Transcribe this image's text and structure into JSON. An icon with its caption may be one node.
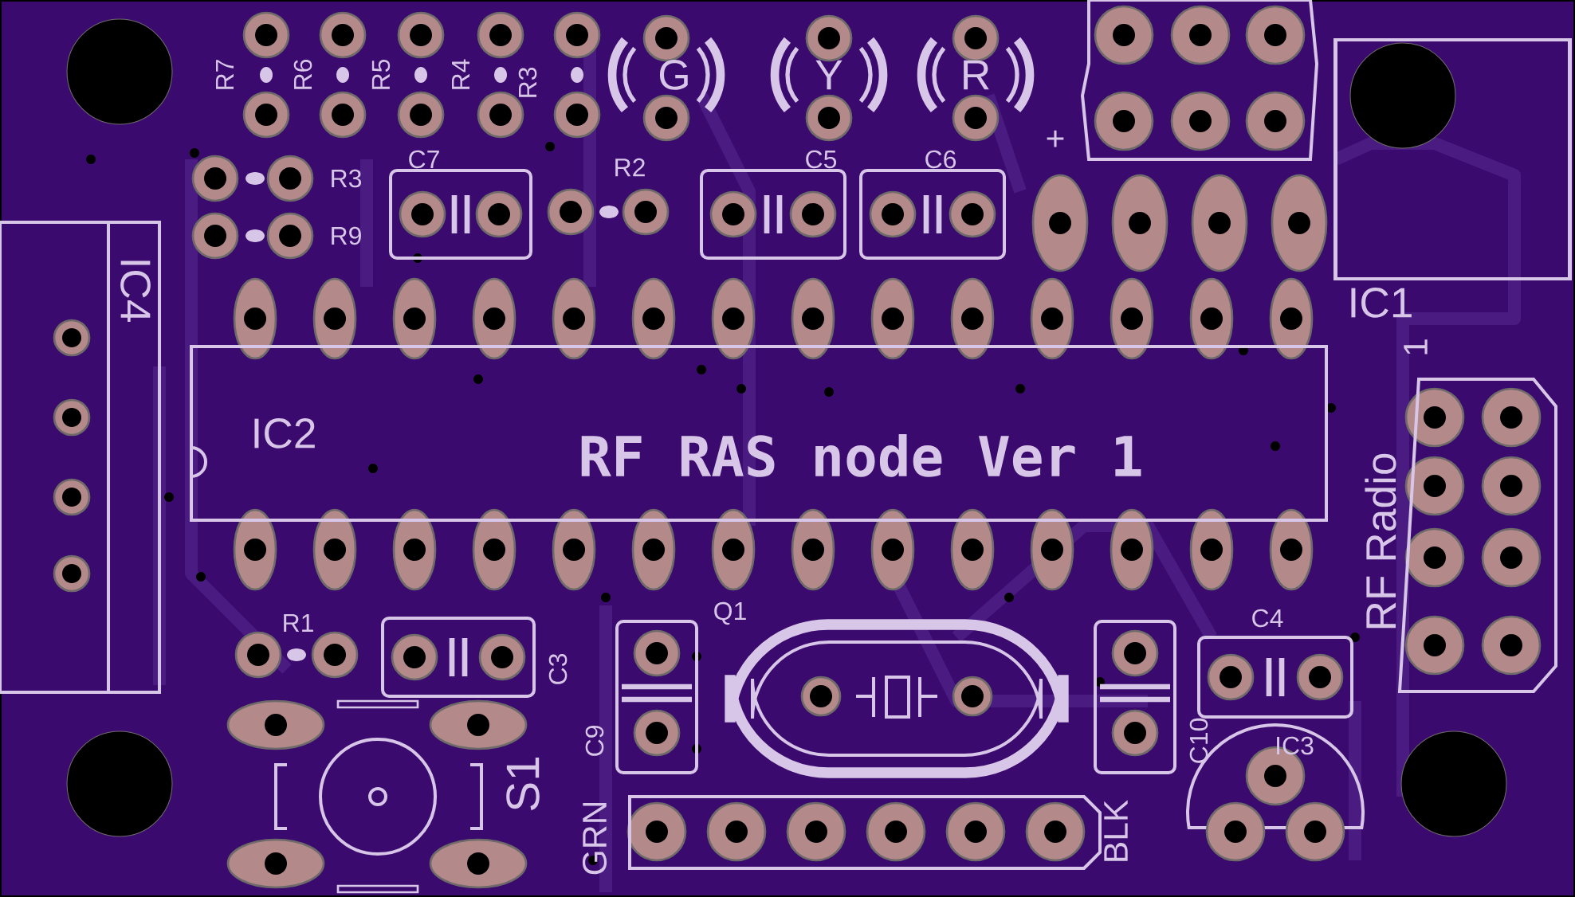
{
  "diagram": {
    "nodes": [
      {
        "text": [
          "IC1"
        ]
      },
      {
        "text": [
          "IC4"
        ]
      },
      {
        "text": [
          "IC2",
          "RF RAS node Ver 1"
        ]
      }
    ],
    "labels": [
      "R7",
      "R6",
      "R5",
      "R4",
      "R3",
      "G",
      "Y",
      "R",
      "+",
      "R3",
      "R9",
      "C7",
      "R2",
      "C5",
      "C6",
      "1",
      "RF Radio",
      "R1",
      "Q1",
      "C4",
      "C3",
      "C9",
      "C10",
      "IC3",
      "S1",
      "GRN",
      "BLK"
    ]
  }
}
